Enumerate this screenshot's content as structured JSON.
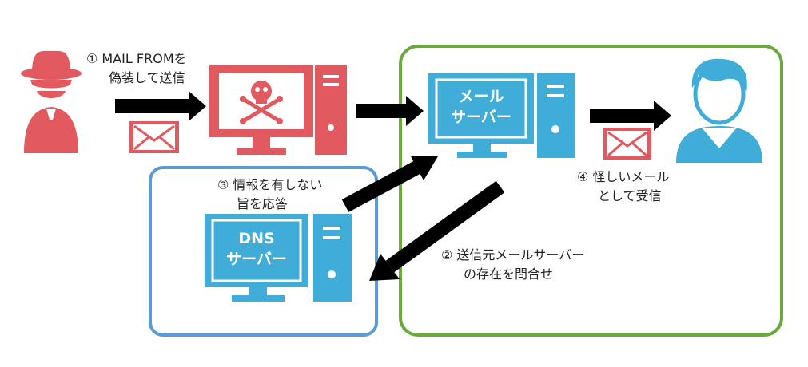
{
  "steps": {
    "step1": {
      "line1": "① MAIL FROMを",
      "line2": "偽装して送信"
    },
    "step2": {
      "line1": "② 送信元メールサーバー",
      "line2": "の存在を問合せ"
    },
    "step3": {
      "line1": "③ 情報を有しない",
      "line2": "旨を応答"
    },
    "step4": {
      "line1": "④ 怪しいメール",
      "line2": "として受信"
    }
  },
  "servers": {
    "mail_server": {
      "line1": "メール",
      "line2": "サーバー"
    },
    "dns_server": {
      "line1": "DNS",
      "line2": "サーバー"
    }
  },
  "icons": {
    "attacker": "spy-icon",
    "malicious_pc": "skull-crossbones-icon",
    "envelope": "envelope-icon",
    "user": "user-icon"
  },
  "colors": {
    "attacker_red": "#e05a5f",
    "server_blue": "#3fadd8",
    "dns_box_border": "#5b9bd5",
    "receiver_box_border": "#6aaa3d",
    "arrow": "#000000"
  }
}
